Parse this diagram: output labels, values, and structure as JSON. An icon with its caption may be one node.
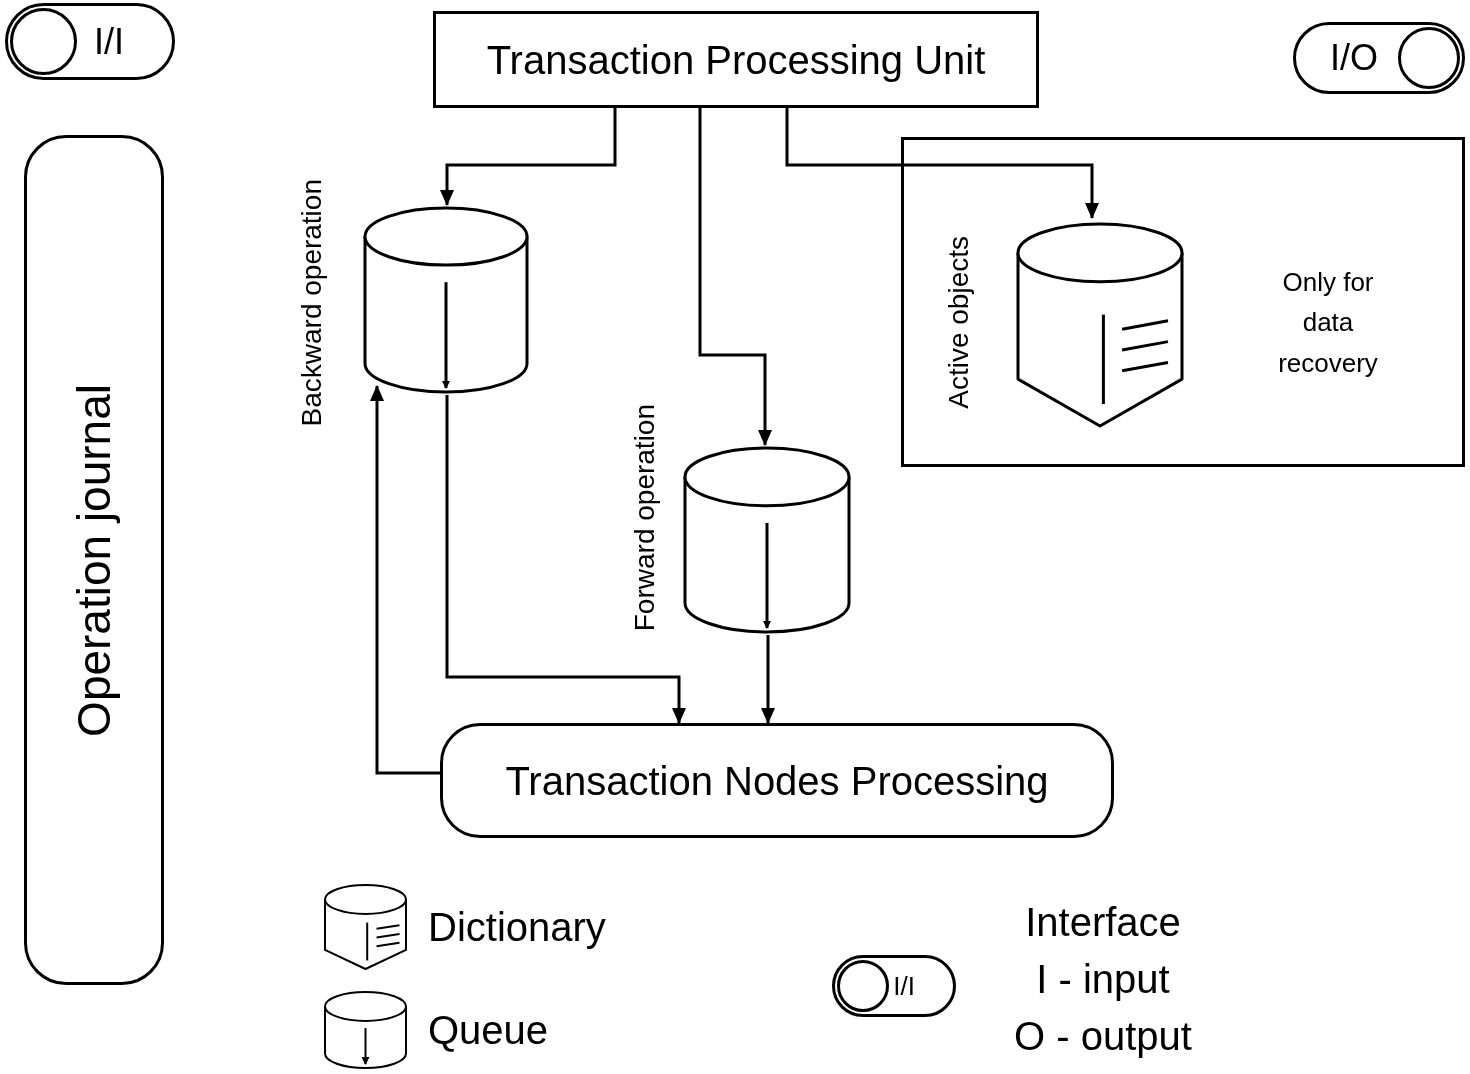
{
  "diagram": {
    "nodes": [
      {
        "text": [
          "I/I"
        ]
      },
      {
        "text": [
          "Transaction Processing Unit"
        ]
      },
      {
        "text": [
          "I/O"
        ]
      },
      {
        "text": [
          "Operation journal"
        ]
      },
      {
        "text": [],
        "shape": "cylinder",
        "beside": [
          "Backward operation"
        ]
      },
      {
        "text": [
          "Only for data recovery"
        ]
      },
      {
        "text": [],
        "shape": "cylinder",
        "in": 5,
        "beside": [
          "Active objects"
        ]
      },
      {
        "text": [],
        "shape": "cylinder",
        "beside": [
          "Forward operation"
        ]
      },
      {
        "text": [
          "Transaction Nodes Processing"
        ]
      },
      {
        "text": [
          "I/I"
        ]
      }
    ],
    "edges": [
      {
        "from": 1,
        "to": 4,
        "arrow": "to"
      },
      {
        "from": 1,
        "to": 7,
        "arrow": "to"
      },
      {
        "from": 1,
        "to": 6,
        "arrow": "to"
      },
      {
        "from": 4,
        "to": 8,
        "arrow": "to"
      },
      {
        "from": 7,
        "to": 8,
        "arrow": "to"
      },
      {
        "from": 8,
        "to": 4,
        "arrow": "to"
      }
    ],
    "labels": [
      "Interface",
      "I - input",
      "O - output"
    ],
    "legend": [
      {
        "text": "Dictionary"
      },
      {
        "text": "Queue"
      }
    ]
  }
}
